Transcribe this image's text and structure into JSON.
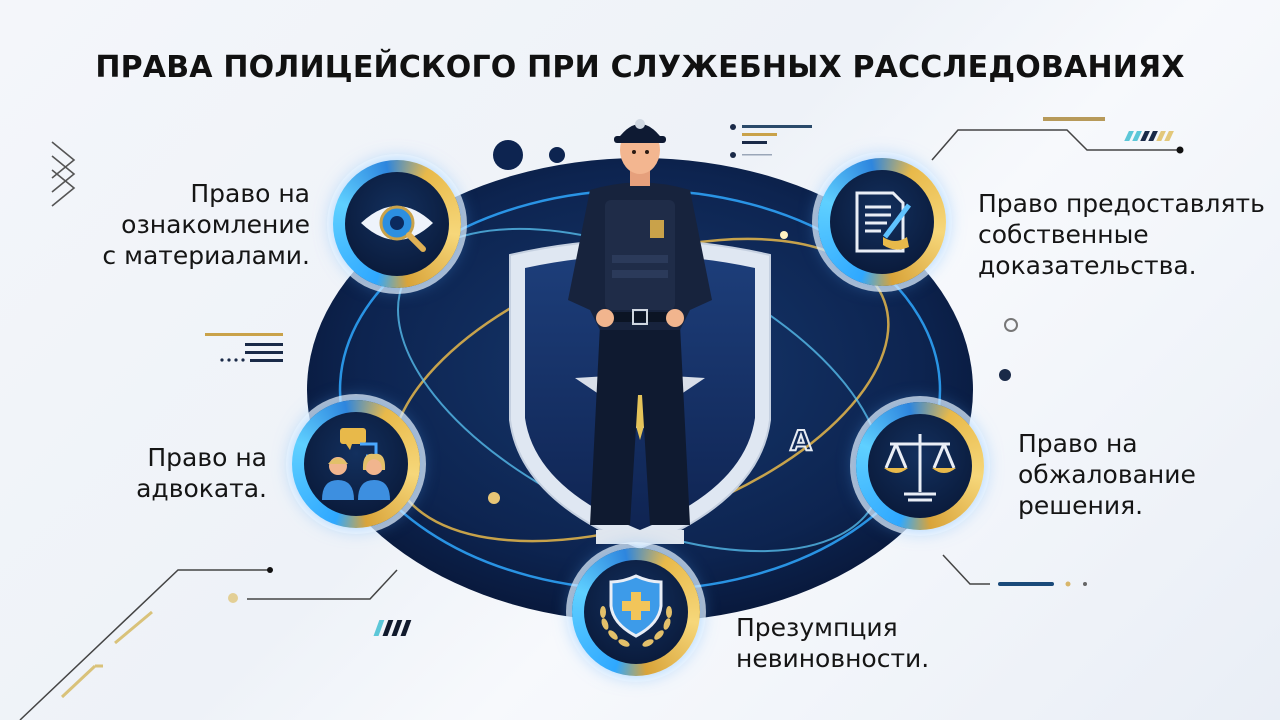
{
  "title": "ПРАВА ПОЛИЦЕЙСКОГО ПРИ СЛУЖЕБНЫХ РАССЛЕДОВАНИЯХ",
  "colors": {
    "navy": "#0b1d3f",
    "blue_glow": "#2fa8ff",
    "gold": "#e8b94a",
    "text": "#151515",
    "background": "#f1f4f9"
  },
  "rights": [
    {
      "id": "materials",
      "icon": "eye-magnifier-icon",
      "lines": [
        "Право на",
        "ознакомление",
        "с материалами."
      ]
    },
    {
      "id": "evidence",
      "icon": "document-pen-icon",
      "lines": [
        "Право предоставлять",
        "собственные",
        "доказательства."
      ]
    },
    {
      "id": "lawyer",
      "icon": "people-dialog-icon",
      "lines": [
        "Право на",
        "адвоката."
      ]
    },
    {
      "id": "appeal",
      "icon": "scales-icon",
      "lines": [
        "Право на",
        "обжалование",
        "решения."
      ]
    },
    {
      "id": "innocence",
      "icon": "shield-laurel-icon",
      "lines": [
        "Презумпция",
        "невиновности."
      ]
    }
  ],
  "center": {
    "figure": "police-officer",
    "emblem": "police-star-emblem",
    "glyph": "A"
  }
}
